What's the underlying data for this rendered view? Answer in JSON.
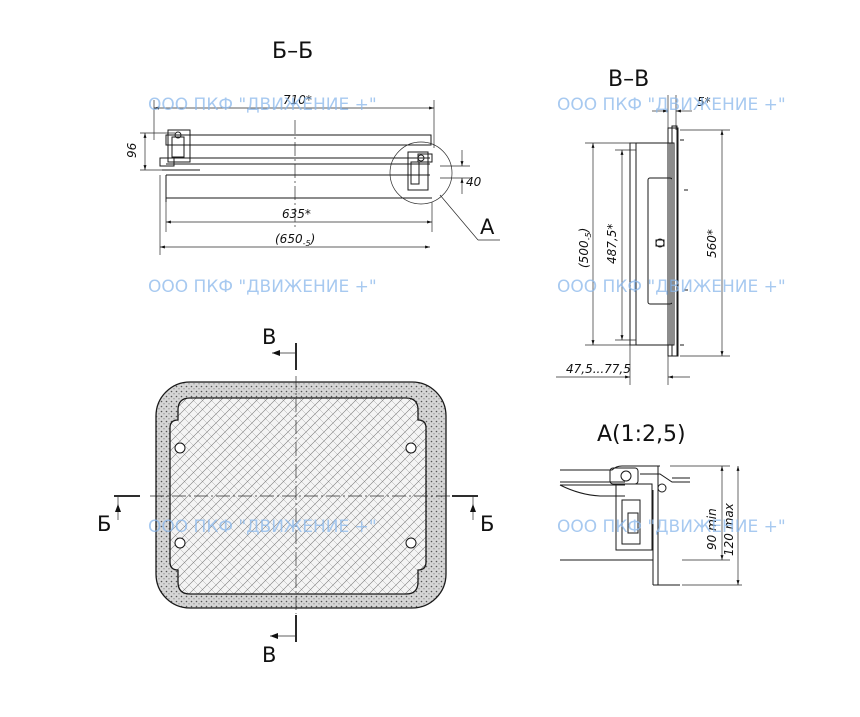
{
  "watermark": "ООО ПКФ \"ДВИЖЕНИЕ +\"",
  "views": {
    "section_bb": {
      "title": "Б–Б",
      "dims": {
        "width_top": "710*",
        "height_left": "96",
        "step_right": "40",
        "inner": "635*",
        "opening": "(650",
        "opening_tol": "-5",
        "opening_close": ")"
      },
      "callout": "А"
    },
    "section_vv": {
      "title": "В–В",
      "dims": {
        "top": "5*",
        "outer_left": "(500",
        "outer_left_tol": "-5",
        "outer_left_close": ")",
        "inner": "487,5*",
        "right": "560*",
        "bottom": "47,5...77,5"
      }
    },
    "plan": {
      "cut_v_top": "В",
      "cut_v_bottom": "В",
      "cut_b_left": "Б",
      "cut_b_right": "Б"
    },
    "detail_a": {
      "title": "А(1:2,5)",
      "dim_min": "90 min",
      "dim_max": "120 max"
    }
  },
  "colors": {
    "line": "#1a1a1a",
    "watermark": "#8ab8ec",
    "hatch": "#6a6a6a"
  }
}
